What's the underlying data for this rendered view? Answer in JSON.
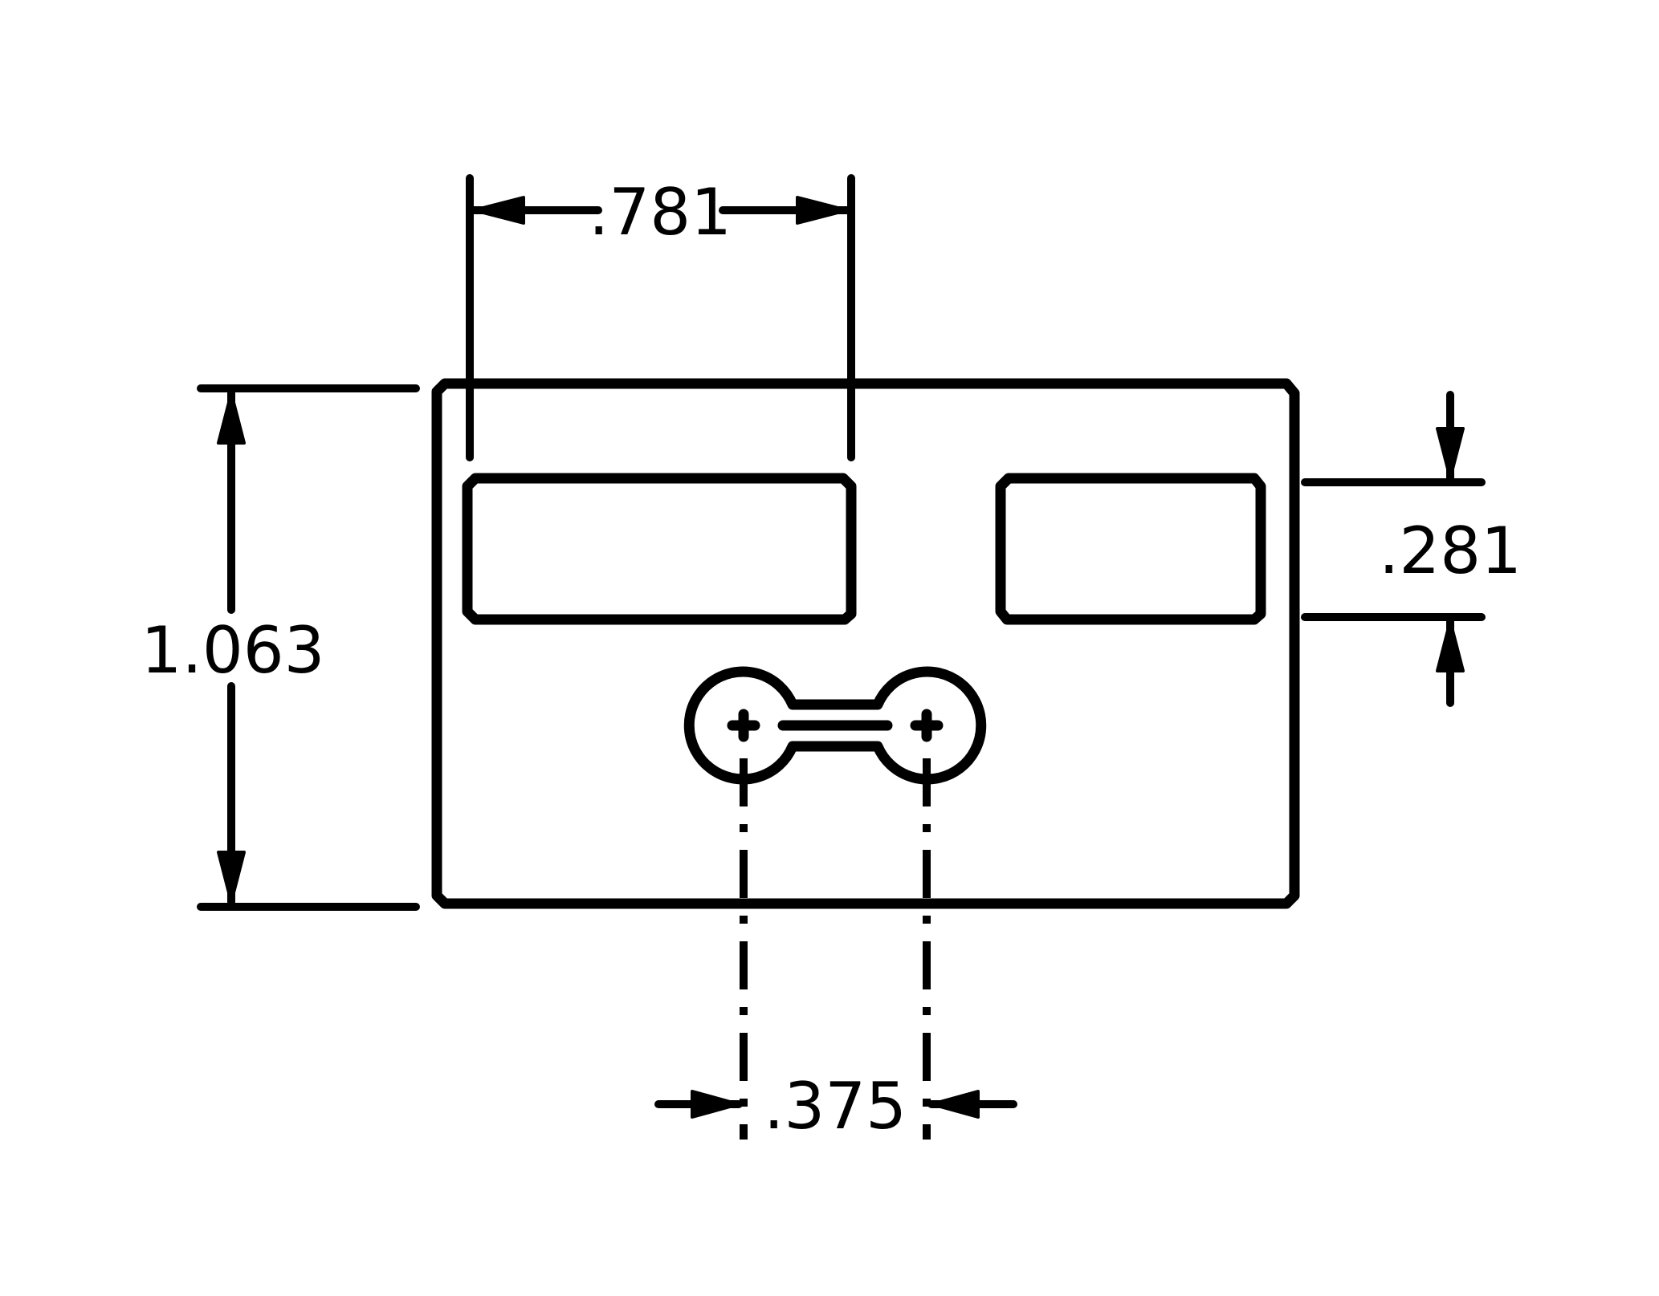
{
  "diagram": {
    "dimensions": [
      {
        "id": "top-width",
        "label": ".781"
      },
      {
        "id": "overall-height",
        "label": "1.063"
      },
      {
        "id": "slot-height",
        "label": ".281"
      },
      {
        "id": "pin-spacing",
        "label": ".375"
      }
    ],
    "colors": {
      "line": "#000000",
      "background": "#ffffff"
    }
  }
}
